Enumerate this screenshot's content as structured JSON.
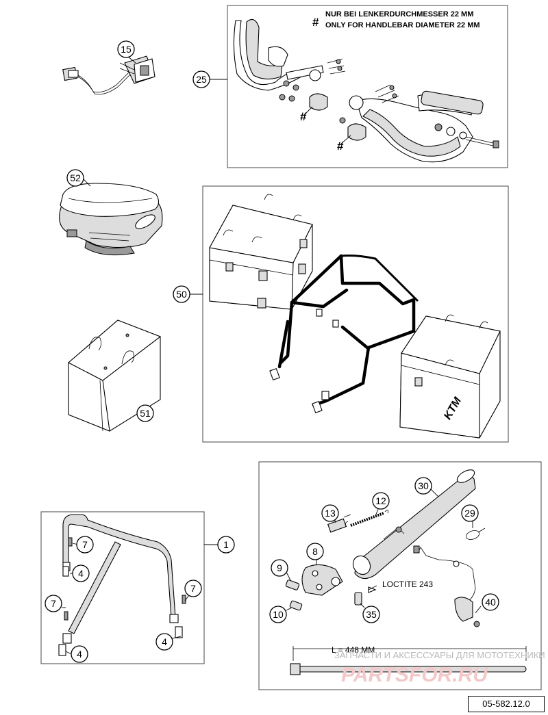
{
  "callouts": {
    "c15": "15",
    "c25": "25",
    "c52": "52",
    "c50": "50",
    "c51": "51",
    "c1": "1",
    "c7a": "7",
    "c7b": "7",
    "c7c": "7",
    "c4a": "4",
    "c4b": "4",
    "c4c": "4",
    "c30": "30",
    "c12": "12",
    "c13": "13",
    "c29": "29",
    "c8": "8",
    "c9": "9",
    "c10": "10",
    "c35": "35",
    "c40": "40"
  },
  "notes": {
    "handlebar_de": "NUR BEI LENKERDURCHMESSER 22 MM",
    "handlebar_en": "ONLY FOR HANDLEBAR DIAMETER 22 MM",
    "hash": "#",
    "loctite": "LOCTITE 243",
    "length": "L = 448 MM"
  },
  "logo_text": "KTM",
  "watermark": {
    "line1": "ЗАПЧАСТИ И АКСЕССУАРЫ ДЛЯ МОТОТЕХНИКИ",
    "line2": "PARTSFOR.RU"
  },
  "doc_number": "05-582.12.0"
}
